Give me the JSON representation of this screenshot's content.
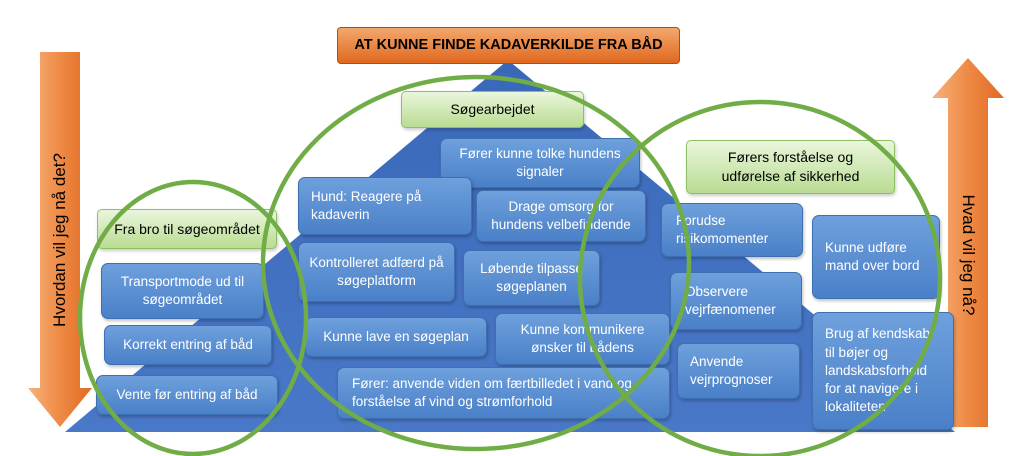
{
  "title": "AT KUNNE FINDE KADAVERKILDE FRA BÅD",
  "left_arrow_label": "Hvordan vil jeg nå det?",
  "right_arrow_label": "Hvad vil jeg nå?",
  "groups": {
    "search_work": "Søgearbejdet",
    "safety": "Førers forståelse og udførelse af sikkerhed",
    "transport": "Fra bro til søgeområdet"
  },
  "boxes": {
    "forer_tolke": "Fører kunne tolke hundens signaler",
    "hund_reagere": "Hund: Reagere på kadaverin",
    "drage_omsorg": "Drage omsorg for hundens velbefindende",
    "kontrolleret": "Kontrolleret adfærd på søgeplatform",
    "lobende": "Løbende tilpasse søgeplanen",
    "kunne_lave": "Kunne lave en søgeplan",
    "kommunikere": "Kunne kommunikere ønsker til bådens",
    "forer_anvende": "Fører: anvende viden om  færtbilledet i vand og forståelse af vind og strømforhold",
    "transportmode": "Transportmode ud til søgeområdet",
    "korrekt": "Korrekt entring af båd",
    "vente": "Vente før entring af båd",
    "forudse": "Forudse risikomomenter",
    "observere": "Observere vejrfænomener",
    "anvende_vejr": "Anvende vejrprognoser",
    "mand_over_bord": "Kunne udføre mand over bord",
    "kendskab": "Brug af kendskab til bøjer og landskabsforhold for at navigere i lokaliteten"
  },
  "colors": {
    "pyramid": "#4472c4",
    "arrow": "#ed7d31",
    "circle": "#70ad47"
  }
}
